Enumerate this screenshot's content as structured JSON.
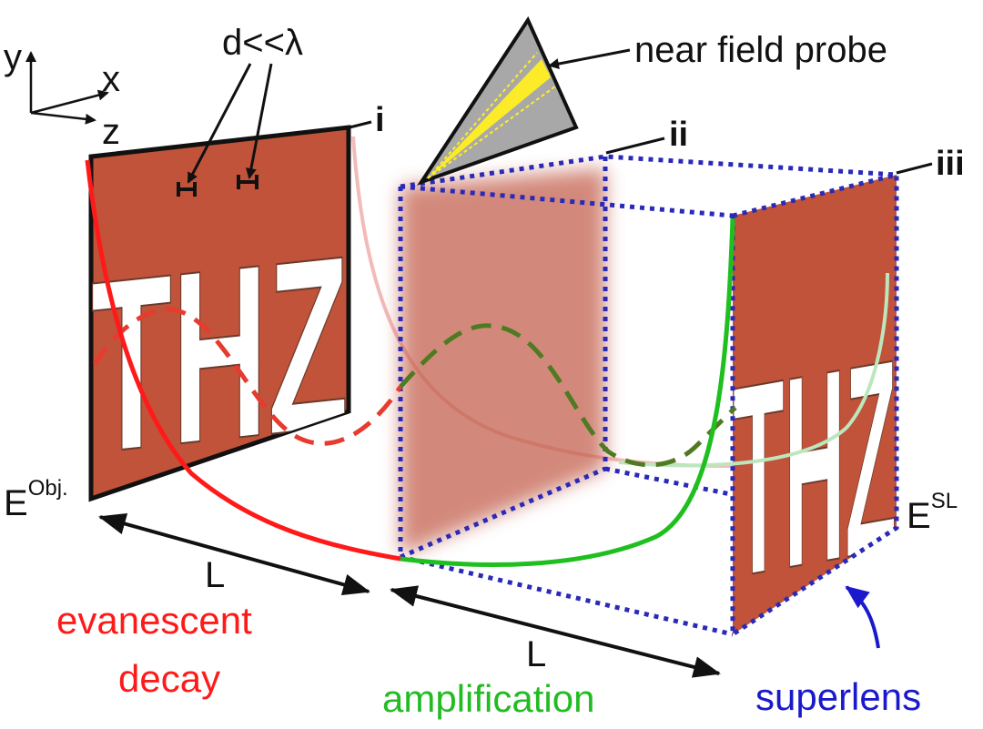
{
  "axes": {
    "y": "y",
    "x": "x",
    "z": "z"
  },
  "labels": {
    "d_lambda": "d<<λ",
    "probe": "near field probe",
    "plane_i": "i",
    "plane_ii": "ii",
    "plane_iii": "iii",
    "e_obj_base": "E",
    "e_obj_sup": "Obj.",
    "e_sl_base": "E",
    "e_sl_sup": "SL",
    "distance_1": "L",
    "distance_2": "L",
    "evanescent_1": "evanescent",
    "evanescent_2": "decay",
    "amplification": "amplification",
    "superlens": "superlens",
    "object_text": "THZ",
    "image_text": "THZ"
  },
  "colors": {
    "object_plate": "#c0533a",
    "decay_curve": "#ff1a1a",
    "amplification_curve": "#1fbf1f",
    "dashed_wave_red": "#e63b2e",
    "dashed_wave_green": "#4f7a22",
    "superlens_box": "#2a2ab8",
    "probe_body": "#a8a8a8",
    "probe_beam": "#ffee22",
    "evanescent_text": "#ff1a1a",
    "amplification_text": "#22bb22",
    "superlens_text": "#1a1acc"
  }
}
